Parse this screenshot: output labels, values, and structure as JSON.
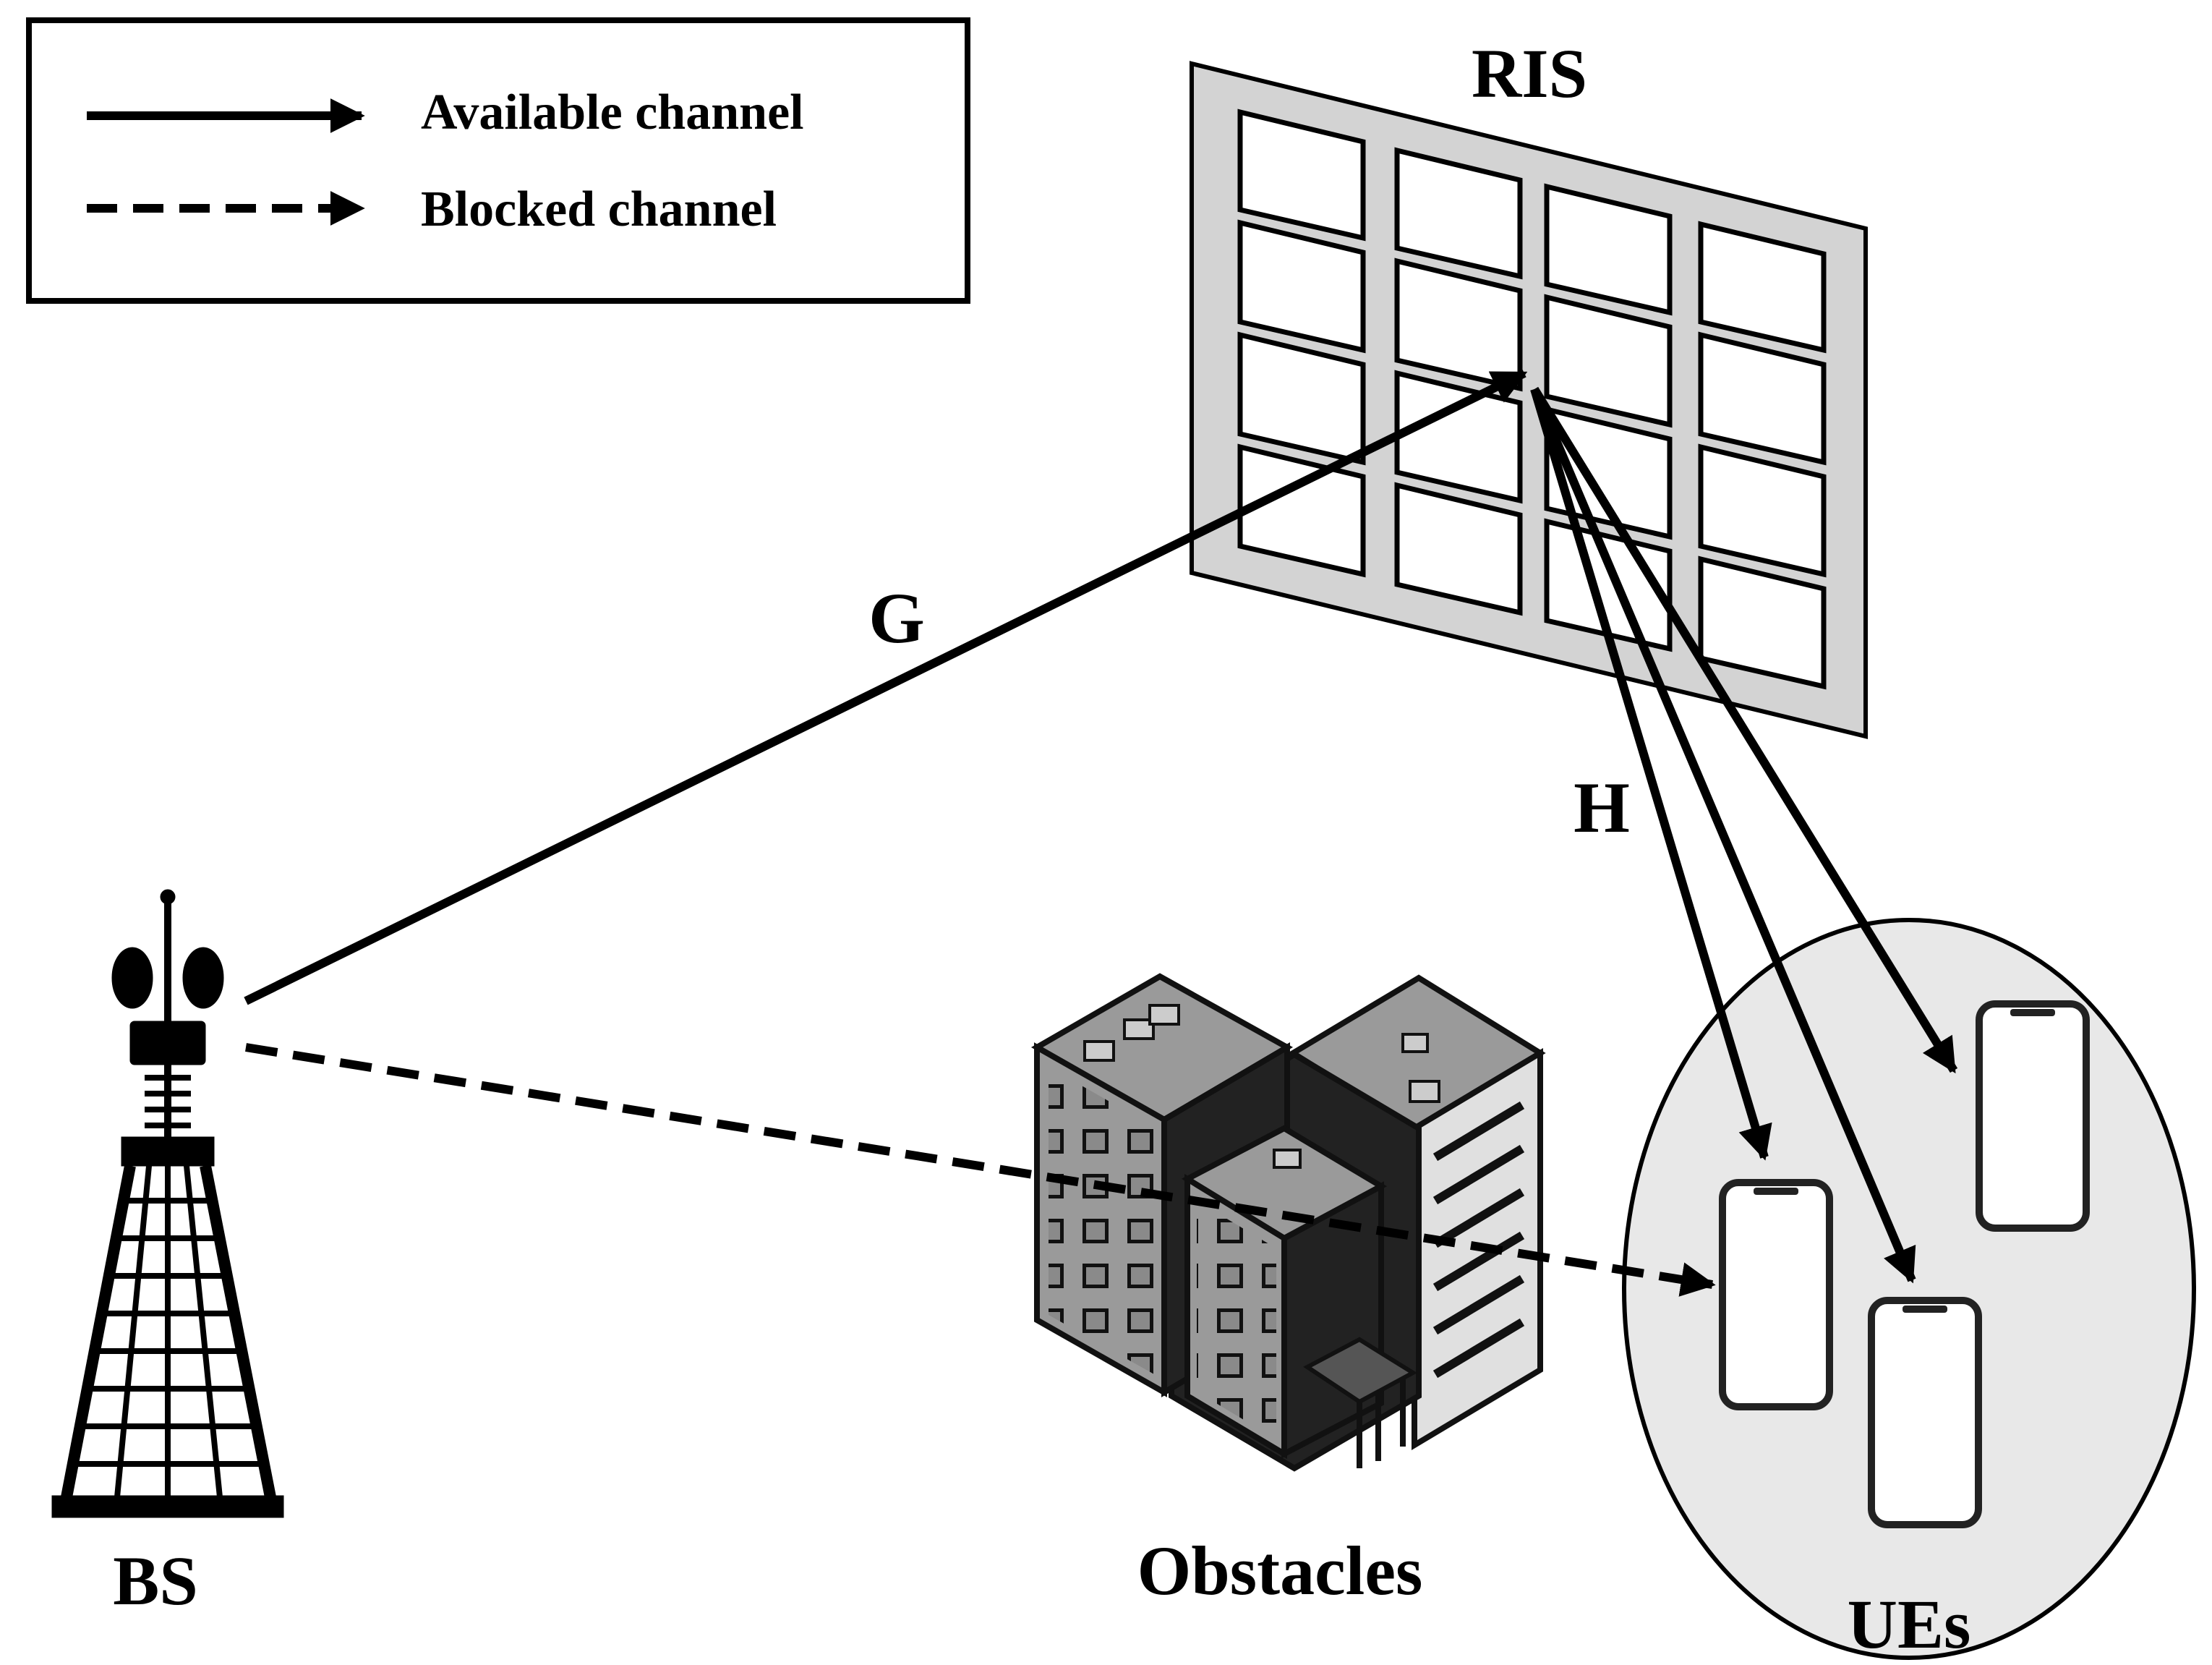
{
  "legend": {
    "available_label": "Available channel",
    "blocked_label": "Blocked channel"
  },
  "labels": {
    "ris": "RIS",
    "g": "G",
    "h": "H",
    "bs": "BS",
    "obstacles": "Obstacles",
    "ues": "UEs"
  },
  "colors": {
    "ris_panel": "#d3d3d3",
    "ue_region": "#e8e8e8",
    "building_light": "#9a9a9a",
    "building_dark": "#222222"
  }
}
